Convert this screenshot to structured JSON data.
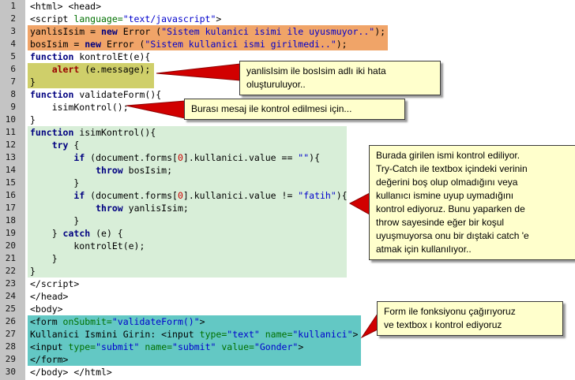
{
  "palette": {
    "highlight_orange": "#f0a468",
    "highlight_khaki": "#cfcf6a",
    "highlight_green": "#d8eed8",
    "highlight_teal": "#63c8c4",
    "callout_bg": "#ffffcc",
    "arrow_red": "#d10000",
    "gutter_bg": "#c4c4c4",
    "keyword_color": "#000080",
    "string_color": "#0000cc",
    "number_color": "#cc0000",
    "attribute_color": "#007000",
    "builtin_color": "#990000"
  },
  "editor": {
    "lines": [
      {
        "n": 1,
        "hl": null,
        "tokens": [
          [
            "t",
            "<html> <head>"
          ]
        ]
      },
      {
        "n": 2,
        "hl": null,
        "tokens": [
          [
            "t",
            "<script "
          ],
          [
            "a",
            "language="
          ],
          [
            "s",
            "\"text/javascript\""
          ],
          [
            "t",
            ">"
          ]
        ]
      },
      {
        "n": 3,
        "hl": "orange",
        "tokens": [
          [
            "t",
            "yanlisIsim = "
          ],
          [
            "k",
            "new"
          ],
          [
            "t",
            " Error ("
          ],
          [
            "s",
            "\"Sistem kulanici isimi ile uyusmuyor..\""
          ],
          [
            "t",
            ");"
          ]
        ]
      },
      {
        "n": 4,
        "hl": "orange",
        "tokens": [
          [
            "t",
            "bosIsim = "
          ],
          [
            "k",
            "new"
          ],
          [
            "t",
            " Error ("
          ],
          [
            "s",
            "\"Sistem kullanici ismi girilmedi..\""
          ],
          [
            "t",
            ");"
          ]
        ]
      },
      {
        "n": 5,
        "hl": null,
        "tokens": [
          [
            "k",
            "function"
          ],
          [
            "t",
            " kontrolEt(e){"
          ]
        ]
      },
      {
        "n": 6,
        "hl": "khaki",
        "tokens": [
          [
            "t",
            "    "
          ],
          [
            "f",
            "alert"
          ],
          [
            "t",
            " (e.message);"
          ]
        ]
      },
      {
        "n": 7,
        "hl": "khaki",
        "tokens": [
          [
            "t",
            "}"
          ]
        ]
      },
      {
        "n": 8,
        "hl": null,
        "tokens": [
          [
            "k",
            "function"
          ],
          [
            "t",
            " validateForm(){"
          ]
        ]
      },
      {
        "n": 9,
        "hl": null,
        "tokens": [
          [
            "t",
            "    isimKontrol();"
          ]
        ]
      },
      {
        "n": 10,
        "hl": null,
        "tokens": [
          [
            "t",
            "}"
          ]
        ]
      },
      {
        "n": 11,
        "hl": "green",
        "tokens": [
          [
            "k",
            "function"
          ],
          [
            "t",
            " isimKontrol(){"
          ]
        ]
      },
      {
        "n": 12,
        "hl": "green",
        "tokens": [
          [
            "t",
            "    "
          ],
          [
            "k",
            "try"
          ],
          [
            "t",
            " {"
          ]
        ]
      },
      {
        "n": 13,
        "hl": "green",
        "tokens": [
          [
            "t",
            "        "
          ],
          [
            "k",
            "if"
          ],
          [
            "t",
            " (document.forms["
          ],
          [
            "n",
            "0"
          ],
          [
            "t",
            "].kullanici.value == "
          ],
          [
            "s",
            "\"\""
          ],
          [
            "t",
            "){"
          ]
        ]
      },
      {
        "n": 14,
        "hl": "green",
        "tokens": [
          [
            "t",
            "            "
          ],
          [
            "k",
            "throw"
          ],
          [
            "t",
            " bosIsim;"
          ]
        ]
      },
      {
        "n": 15,
        "hl": "green",
        "tokens": [
          [
            "t",
            "        }"
          ]
        ]
      },
      {
        "n": 16,
        "hl": "green",
        "tokens": [
          [
            "t",
            "        "
          ],
          [
            "k",
            "if"
          ],
          [
            "t",
            " (document.forms["
          ],
          [
            "n",
            "0"
          ],
          [
            "t",
            "].kullanici.value != "
          ],
          [
            "s",
            "\"fatih\""
          ],
          [
            "t",
            "){"
          ]
        ]
      },
      {
        "n": 17,
        "hl": "green",
        "tokens": [
          [
            "t",
            "            "
          ],
          [
            "k",
            "throw"
          ],
          [
            "t",
            " yanlisIsim;"
          ]
        ]
      },
      {
        "n": 18,
        "hl": "green",
        "tokens": [
          [
            "t",
            "        }"
          ]
        ]
      },
      {
        "n": 19,
        "hl": "green",
        "tokens": [
          [
            "t",
            "    } "
          ],
          [
            "k",
            "catch"
          ],
          [
            "t",
            " (e) {"
          ]
        ]
      },
      {
        "n": 20,
        "hl": "green",
        "tokens": [
          [
            "t",
            "        kontrolEt(e);"
          ]
        ]
      },
      {
        "n": 21,
        "hl": "green",
        "tokens": [
          [
            "t",
            "    }"
          ]
        ]
      },
      {
        "n": 22,
        "hl": "green",
        "tokens": [
          [
            "t",
            "}"
          ]
        ]
      },
      {
        "n": 23,
        "hl": null,
        "tokens": [
          [
            "t",
            "</script>"
          ]
        ]
      },
      {
        "n": 24,
        "hl": null,
        "tokens": [
          [
            "t",
            "</head>"
          ]
        ]
      },
      {
        "n": 25,
        "hl": null,
        "tokens": [
          [
            "t",
            "<body>"
          ]
        ]
      },
      {
        "n": 26,
        "hl": "teal",
        "tokens": [
          [
            "t",
            "<form "
          ],
          [
            "a",
            "onSubmit="
          ],
          [
            "s",
            "\"validateForm()\""
          ],
          [
            "t",
            ">"
          ]
        ]
      },
      {
        "n": 27,
        "hl": "teal",
        "tokens": [
          [
            "t",
            "Kullanici Ismini Girin: <input "
          ],
          [
            "a",
            "type="
          ],
          [
            "s",
            "\"text\""
          ],
          [
            "t",
            " "
          ],
          [
            "a",
            "name="
          ],
          [
            "s",
            "\"kullanici\""
          ],
          [
            "t",
            ">"
          ]
        ]
      },
      {
        "n": 28,
        "hl": "teal",
        "tokens": [
          [
            "t",
            "<input "
          ],
          [
            "a",
            "type="
          ],
          [
            "s",
            "\"submit\""
          ],
          [
            "t",
            " "
          ],
          [
            "a",
            "name="
          ],
          [
            "s",
            "\"submit\""
          ],
          [
            "t",
            " "
          ],
          [
            "a",
            "value="
          ],
          [
            "s",
            "\"Gonder\""
          ],
          [
            "t",
            ">"
          ]
        ]
      },
      {
        "n": 29,
        "hl": "teal",
        "tokens": [
          [
            "t",
            "</form>"
          ]
        ]
      },
      {
        "n": 30,
        "hl": null,
        "tokens": [
          [
            "t",
            "</body> </html>"
          ]
        ]
      }
    ]
  },
  "callouts": [
    {
      "name": "error-creation",
      "text": "yanlisIsim ile bosIsim adlı iki hata\noluşturuluyor.."
    },
    {
      "name": "message-control",
      "text": "Burası mesaj ile kontrol edilmesi için..."
    },
    {
      "name": "try-catch-explanation",
      "text": "Burada girilen ismi kontrol ediliyor.\nTry-Catch ile textbox içindeki verinin\ndeğerini boş olup olmadığını veya\nkullanıcı ismine uyup uymadığını\nkontrol ediyoruz. Bunu yaparken de\nthrow sayesinde eğer bir koşul\nuyuşmuyorsa onu bir dıştaki catch 'e\natmak için kullanılıyor.."
    },
    {
      "name": "form-call",
      "text": "Form ile fonksiyonu çağırıyoruz\nve textbox ı kontrol ediyoruz"
    }
  ]
}
